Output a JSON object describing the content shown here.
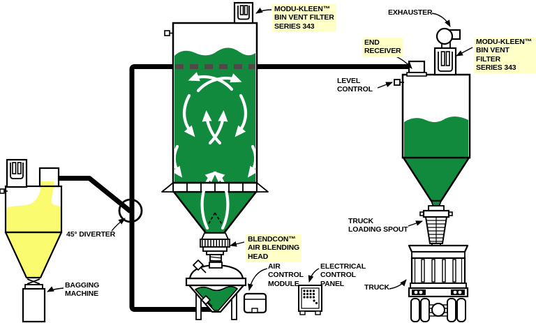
{
  "title": "Pneumatic blending, bagging and truck loading system diagram",
  "colors": {
    "green": "#128A3E",
    "material_yellow": "#FBFB70",
    "label_highlight": "#FFFFC8",
    "dash_gray": "#4F4A45",
    "line": "#000000",
    "arrow_white": "#FFFFFF"
  },
  "labels": {
    "bin_vent_filter_left": "MODU-KLEEN™\nBIN VENT FILTER\nSERIES 343",
    "exhauster": "EXHAUSTER",
    "bin_vent_filter_right": "MODU-KLEEN™\nBIN VENT FILTER\nSERIES 343",
    "end_receiver": "END\nRECEIVER",
    "level_control": "LEVEL\nCONTROL",
    "diverter": "45° DIVERTER",
    "bagging_machine": "BAGGING\nMACHINE",
    "blendcon": "BLENDCON™\nAIR BLENDING\nHEAD",
    "air_control_module": "AIR\nCONTROL\nMODULE",
    "electrical_control_panel": "ELECTRICAL\nCONTROL\nPANEL",
    "truck_loading_spout": "TRUCK\nLOADING SPOUT",
    "truck": "TRUCK"
  }
}
